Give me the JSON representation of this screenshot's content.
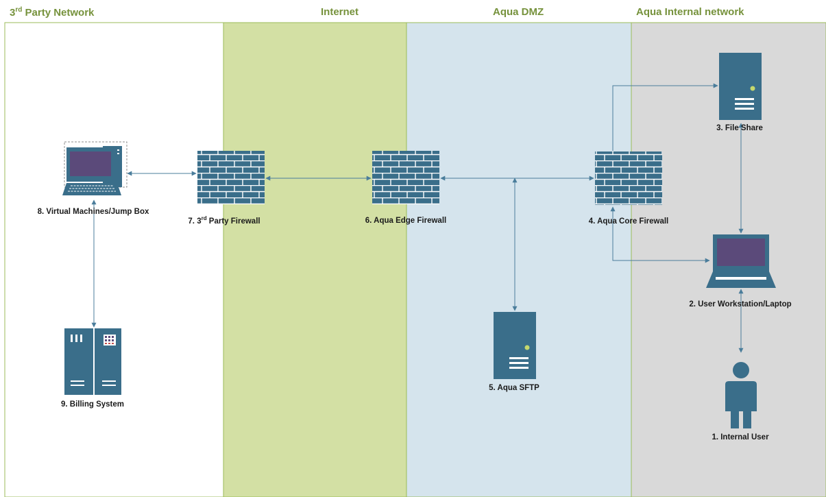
{
  "zones": [
    {
      "id": "third-party",
      "title_main": "3",
      "title_sup": "rd",
      "title_rest": " Party Network",
      "fill": "#ffffff"
    },
    {
      "id": "internet",
      "title": "Internet",
      "fill": "#d3e0a4"
    },
    {
      "id": "dmz",
      "title": "Aqua DMZ",
      "fill": "#d5e4ed"
    },
    {
      "id": "internal",
      "title": "Aqua Internal network",
      "fill": "#d9d9d9"
    }
  ],
  "nodes": {
    "internal_user": {
      "label": "1. Internal User",
      "icon": "user-icon"
    },
    "workstation": {
      "label": "2. User Workstation/Laptop",
      "icon": "laptop-icon"
    },
    "file_share": {
      "label": "3. File Share",
      "icon": "server-icon"
    },
    "core_firewall": {
      "label": "4. Aqua Core Firewall",
      "icon": "firewall-icon"
    },
    "sftp": {
      "label": "5. Aqua SFTP",
      "icon": "server-icon"
    },
    "edge_firewall": {
      "label": "6. Aqua Edge Firewall",
      "icon": "firewall-icon"
    },
    "third_party_firewall": {
      "label_main": "7. 3",
      "label_sup": "rd",
      "label_rest": " Party Firewall",
      "icon": "firewall-icon"
    },
    "virtual_machines": {
      "label": "8. Virtual Machines/Jump Box",
      "icon": "desktop-computer-icon"
    },
    "billing": {
      "label": "9. Billing System",
      "icon": "mainframe-icon"
    }
  },
  "connections": [
    [
      "virtual_machines",
      "third_party_firewall"
    ],
    [
      "third_party_firewall",
      "edge_firewall"
    ],
    [
      "edge_firewall",
      "core_firewall"
    ],
    [
      "edge_firewall",
      "sftp"
    ],
    [
      "core_firewall",
      "file_share"
    ],
    [
      "core_firewall",
      "workstation"
    ],
    [
      "file_share",
      "workstation"
    ],
    [
      "workstation",
      "internal_user"
    ],
    [
      "virtual_machines",
      "billing"
    ]
  ],
  "colors": {
    "icon": "#3a6e8a",
    "connector": "#4a7d9b",
    "zone_title": "#76923c",
    "screen": "#5b4a7a",
    "led": "#c5d86d"
  }
}
